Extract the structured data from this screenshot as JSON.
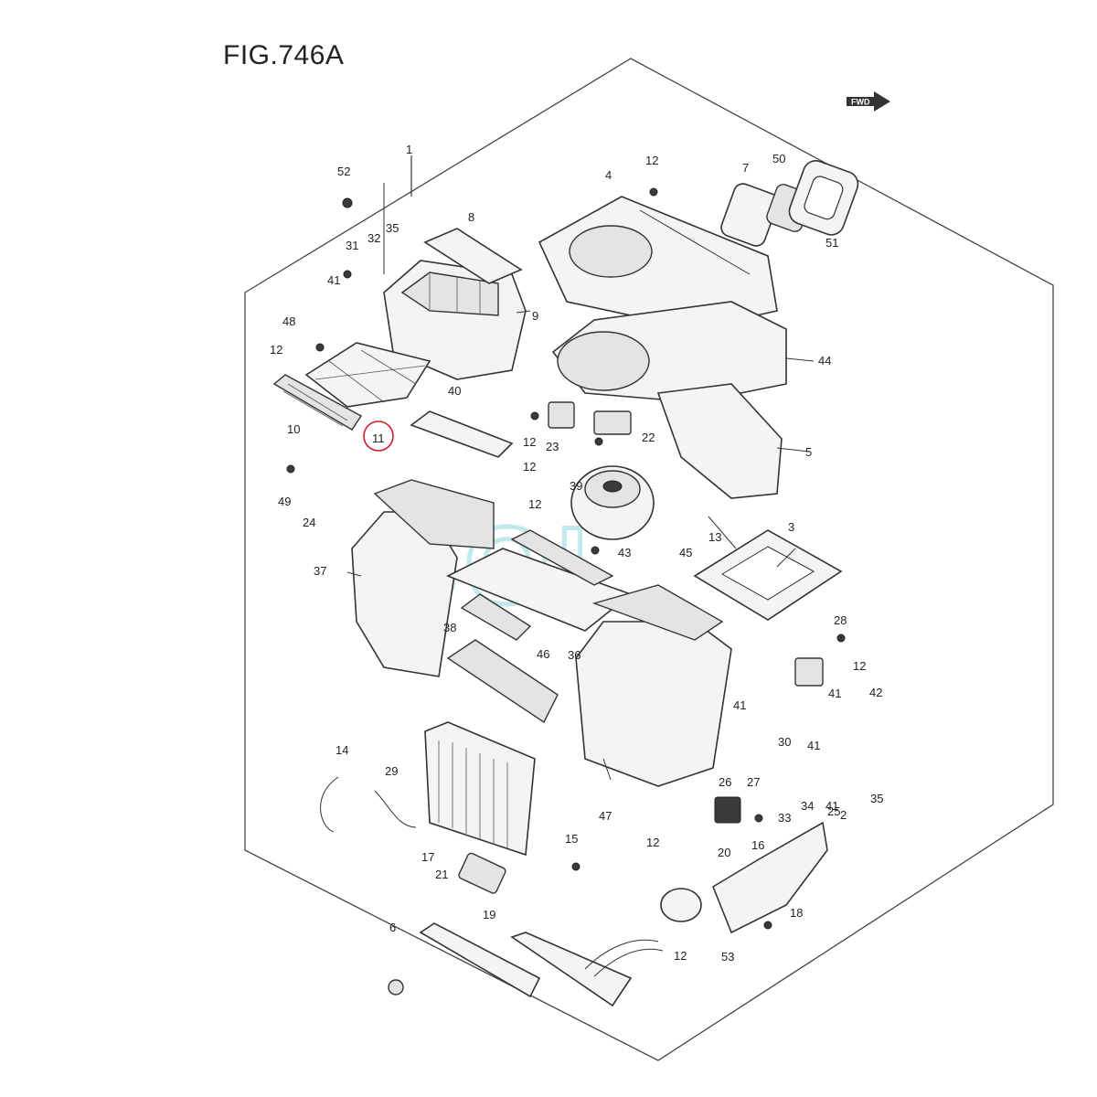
{
  "figure": {
    "title": "FIG.746A",
    "fwd_label": "FWD",
    "watermark": "SOL",
    "highlight_color": "#d0192a",
    "watermark_color": "#8fd6e0"
  },
  "labels": [
    "1",
    "52",
    "8",
    "4",
    "12",
    "7",
    "50",
    "51",
    "35",
    "32",
    "31",
    "41",
    "48",
    "9",
    "12",
    "44",
    "10",
    "11",
    "40",
    "23",
    "12",
    "22",
    "5",
    "12",
    "49",
    "24",
    "39",
    "12",
    "43",
    "45",
    "13",
    "3",
    "37",
    "38",
    "36",
    "46",
    "12",
    "28",
    "42",
    "14",
    "29",
    "41",
    "41",
    "30",
    "41",
    "25",
    "26",
    "27",
    "33",
    "34",
    "41",
    "2",
    "35",
    "47",
    "12",
    "20",
    "16",
    "15",
    "17",
    "21",
    "19",
    "6",
    "12",
    "53",
    "18"
  ],
  "highlighted_label": "11"
}
